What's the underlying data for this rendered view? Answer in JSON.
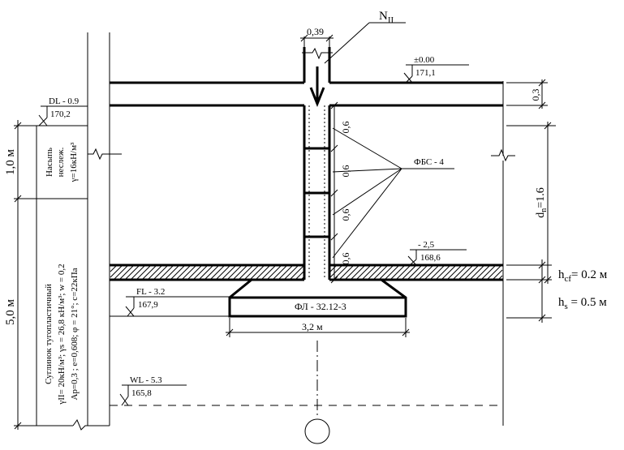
{
  "load_label": "N",
  "load_sub": "II",
  "wall_width": "0,39",
  "floor_level_top": "±0.00",
  "floor_level_abs": "171,1",
  "slab_thickness": "0,3",
  "dl_label": "DL - 0.9",
  "dl_abs": "170,2",
  "block_heights": [
    "0,6",
    "0,6",
    "0,6",
    "0,6"
  ],
  "fbs_label": "ФБС - 4",
  "depth_label": "d",
  "depth_sub": "n",
  "depth_value": "=1.6",
  "level_25": "- 2,5",
  "level_25_abs": "168,6",
  "hcf_label": "h",
  "hcf_sub": "cf",
  "hcf_value": "= 0.2 м",
  "hs_label": "h",
  "hs_sub": "s",
  "hs_value": "= 0.5 м",
  "fl_label": "FL - 3.2",
  "fl_abs": "167,9",
  "footing_label": "ФЛ - 32.12-3",
  "footing_width": "3,2 м",
  "wl_label": "WL - 5.3",
  "wl_abs": "165,8",
  "layer1_thickness": "1,0 м",
  "layer2_thickness": "5,0 м",
  "layer1_desc": [
    "Насыпь",
    "неслеж.",
    "γ=16кН/м³"
  ],
  "layer2_desc": [
    "Суглинок тугопластичный",
    "γII= 20кН/м³; γs = 26,8 кН/м³; w = 0,2",
    "Ap=0,3 ; e=0,608;  φ = 21°; c=22кПа"
  ]
}
